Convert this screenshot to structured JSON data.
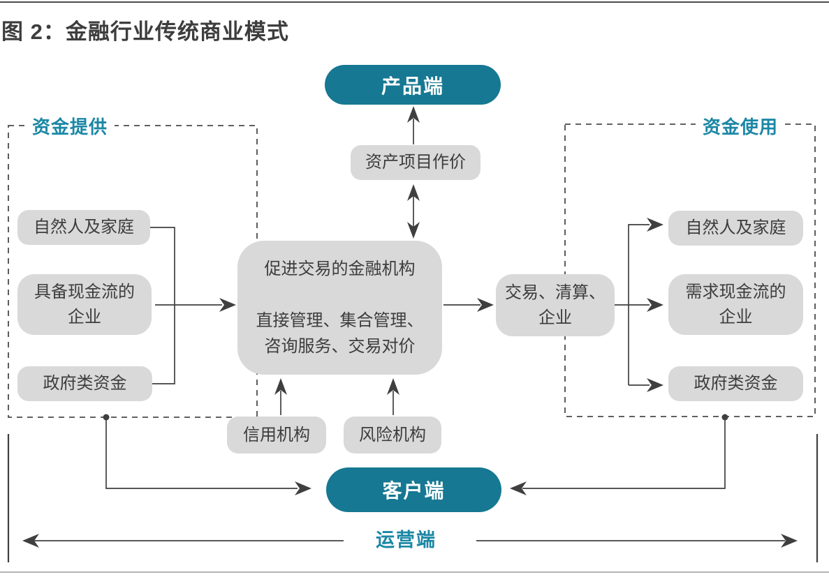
{
  "title": "图 2：金融行业传统商业模式",
  "colors": {
    "pill_teal": "#167892",
    "label_teal": "#1b87a5",
    "box_gray": "#d9d9d9",
    "line_dark": "#3f3f3f"
  },
  "top": {
    "product_label": "产品端",
    "asset_pricing_label": "资产项目作价"
  },
  "center": {
    "institution_line": "促进交易的金融机构",
    "services_line1": "直接管理、集合管理、",
    "services_line2": "咨询服务、交易对价",
    "clearing_label": "交易、清算、企业",
    "credit_label": "信用机构",
    "risk_label": "风险机构"
  },
  "left_group": {
    "label": "资金提供",
    "items": [
      "自然人及家庭",
      "具备现金流的企业",
      "政府类资金"
    ]
  },
  "right_group": {
    "label": "资金使用",
    "items": [
      "自然人及家庭",
      "需求现金流的企业",
      "政府类资金"
    ]
  },
  "bottom": {
    "client_label": "客户端",
    "operations_label": "运营端"
  }
}
